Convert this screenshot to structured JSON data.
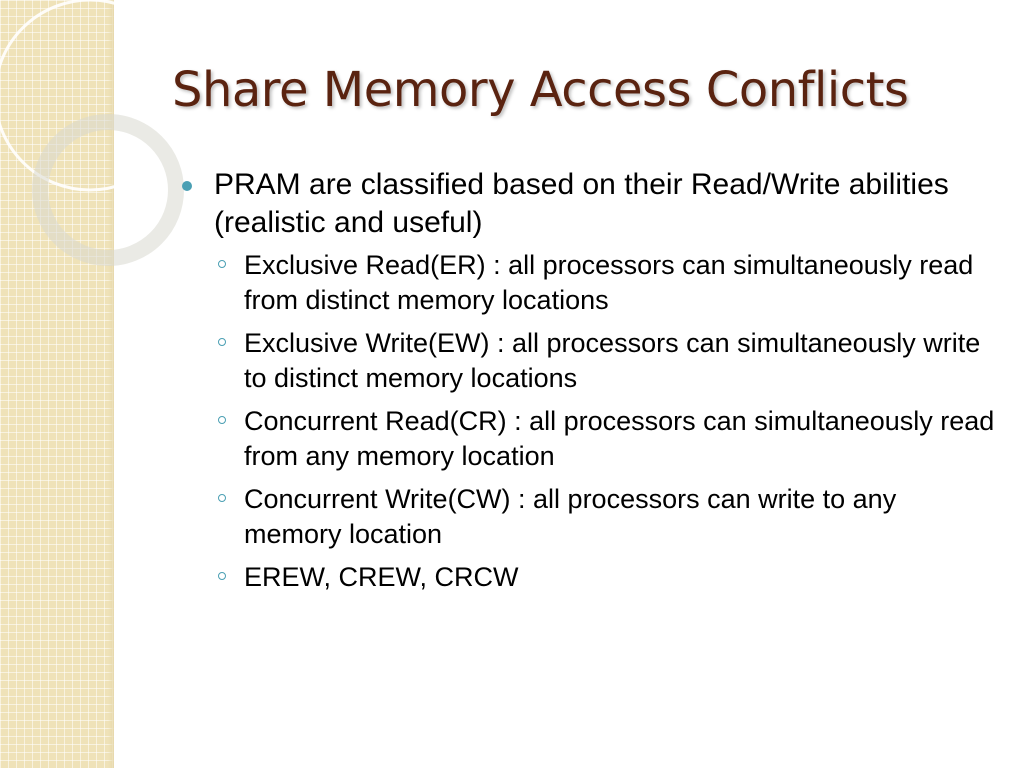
{
  "slide": {
    "title": "Share Memory Access Conflicts",
    "bullets": [
      {
        "text": "PRAM are classified based on their Read/Write abilities (realistic and useful)",
        "sub": [
          "Exclusive Read(ER) : all processors can simultaneously read from distinct memory locations",
          "Exclusive Write(EW) : all processors can simultaneously write to distinct memory locations",
          "Concurrent Read(CR) : all processors can simultaneously read from any memory location",
          "Concurrent Write(CW) : all processors can write to any memory location",
          "EREW, CREW, CRCW"
        ]
      }
    ]
  },
  "theme": {
    "title_color": "#5a2310",
    "bullet_color": "#4a9fb3",
    "strip_color": "#efe2b8"
  }
}
